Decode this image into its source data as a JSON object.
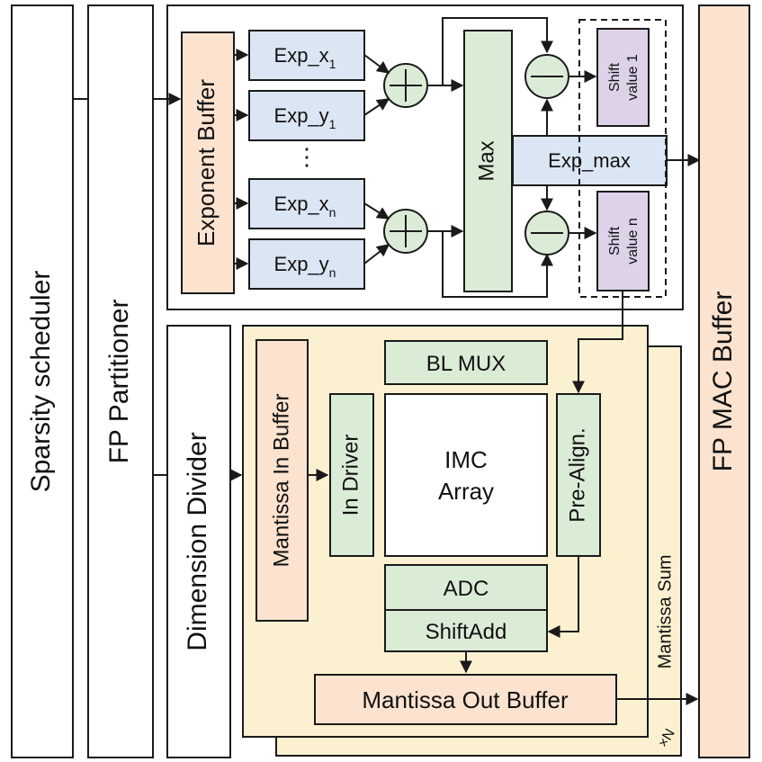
{
  "labels": {
    "sparsity_scheduler": "Sparsity scheduler",
    "fp_partitioner": "FP Partitioner",
    "dimension_divider": "Dimension Divider",
    "fp_mac_buffer": "FP MAC Buffer",
    "exponent_buffer": "Exponent Buffer",
    "exp_x1_base": "Exp_x",
    "exp_x1_sub": "1",
    "exp_y1_base": "Exp_y",
    "exp_y1_sub": "1",
    "ellipsis": "⋮",
    "exp_xn_base": "Exp_x",
    "exp_xn_sub": "n",
    "exp_yn_base": "Exp_y",
    "exp_yn_sub": "n",
    "max": "Max",
    "exp_max": "Exp_max",
    "shift_word": "Shift",
    "shift_value_1": "value 1",
    "shift_value_n": "value n",
    "mantissa_in_buffer": "Mantissa In Buffer",
    "bl_mux": "BL MUX",
    "in_driver": "In Driver",
    "imc_line1": "IMC",
    "imc_line2": "Array",
    "pre_align": "Pre-Align.",
    "adc": "ADC",
    "shiftadd": "ShiftAdd",
    "mantissa_out_buffer": "Mantissa Out Buffer",
    "mantissa_sum": "Mantissa Sum",
    "stack_multiplier": "×N"
  },
  "colors": {
    "orange_fill": "#fbe3cf",
    "blue_fill": "#dbe6f4",
    "green_fill": "#dbecd6",
    "purple_fill": "#ddd2e8",
    "yellow_fill": "#fbf0d0",
    "adder_fill": "#dbecd6",
    "stroke": "#1a1a1a"
  }
}
